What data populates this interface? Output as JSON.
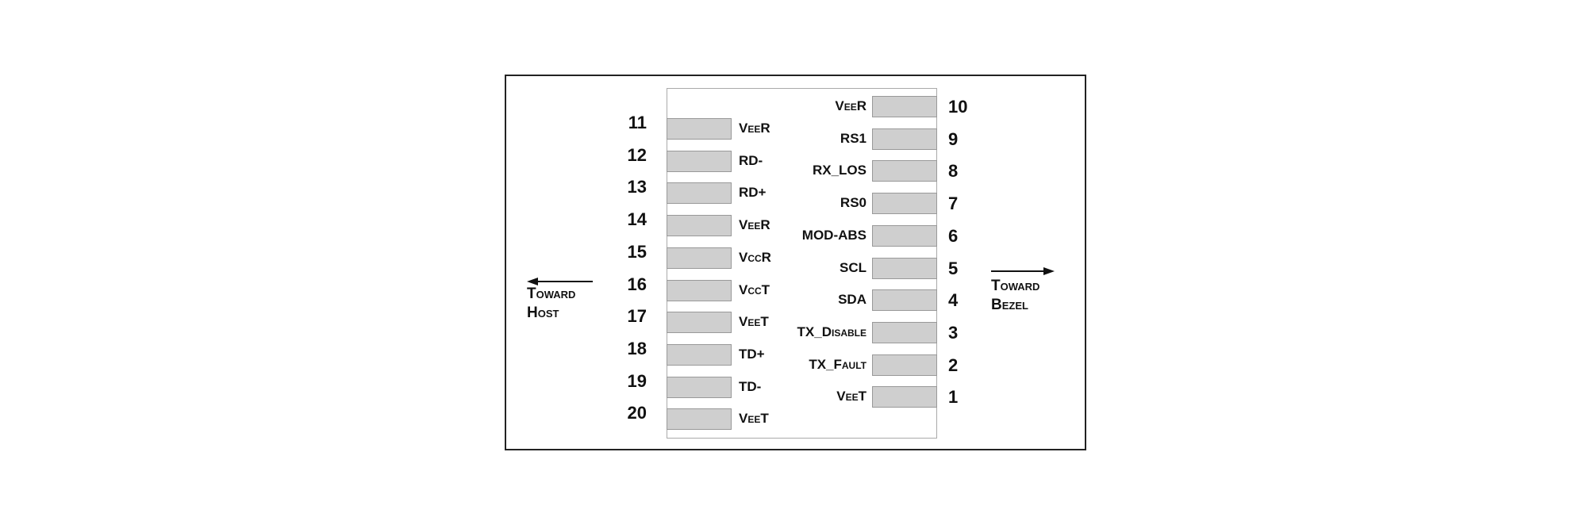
{
  "diagram": {
    "left_pins": [
      {
        "num": "11",
        "label": "VeeR"
      },
      {
        "num": "12",
        "label": "RD-"
      },
      {
        "num": "13",
        "label": "RD+"
      },
      {
        "num": "14",
        "label": "VeeR"
      },
      {
        "num": "15",
        "label": "VccR"
      },
      {
        "num": "16",
        "label": "VccT"
      },
      {
        "num": "17",
        "label": "VeeT"
      },
      {
        "num": "18",
        "label": "TD+"
      },
      {
        "num": "19",
        "label": "TD-"
      },
      {
        "num": "20",
        "label": "VeeT"
      }
    ],
    "right_pins": [
      {
        "num": "10",
        "label": "VeeR"
      },
      {
        "num": "9",
        "label": "RS1"
      },
      {
        "num": "8",
        "label": "RX_LOS"
      },
      {
        "num": "7",
        "label": "RS0"
      },
      {
        "num": "6",
        "label": "MOD-ABS"
      },
      {
        "num": "5",
        "label": "SCL"
      },
      {
        "num": "4",
        "label": "SDA"
      },
      {
        "num": "3",
        "label": "TX_Disable"
      },
      {
        "num": "2",
        "label": "TX_Fault"
      },
      {
        "num": "1",
        "label": "VeeT"
      }
    ],
    "toward_host": {
      "line1": "Toward",
      "line2": "Host"
    },
    "toward_bezel": {
      "line1": "Toward",
      "line2": "Bezel"
    },
    "colors": {
      "pad": "#cfcfcf",
      "pad_border": "#999999",
      "frame": "#222222"
    }
  }
}
